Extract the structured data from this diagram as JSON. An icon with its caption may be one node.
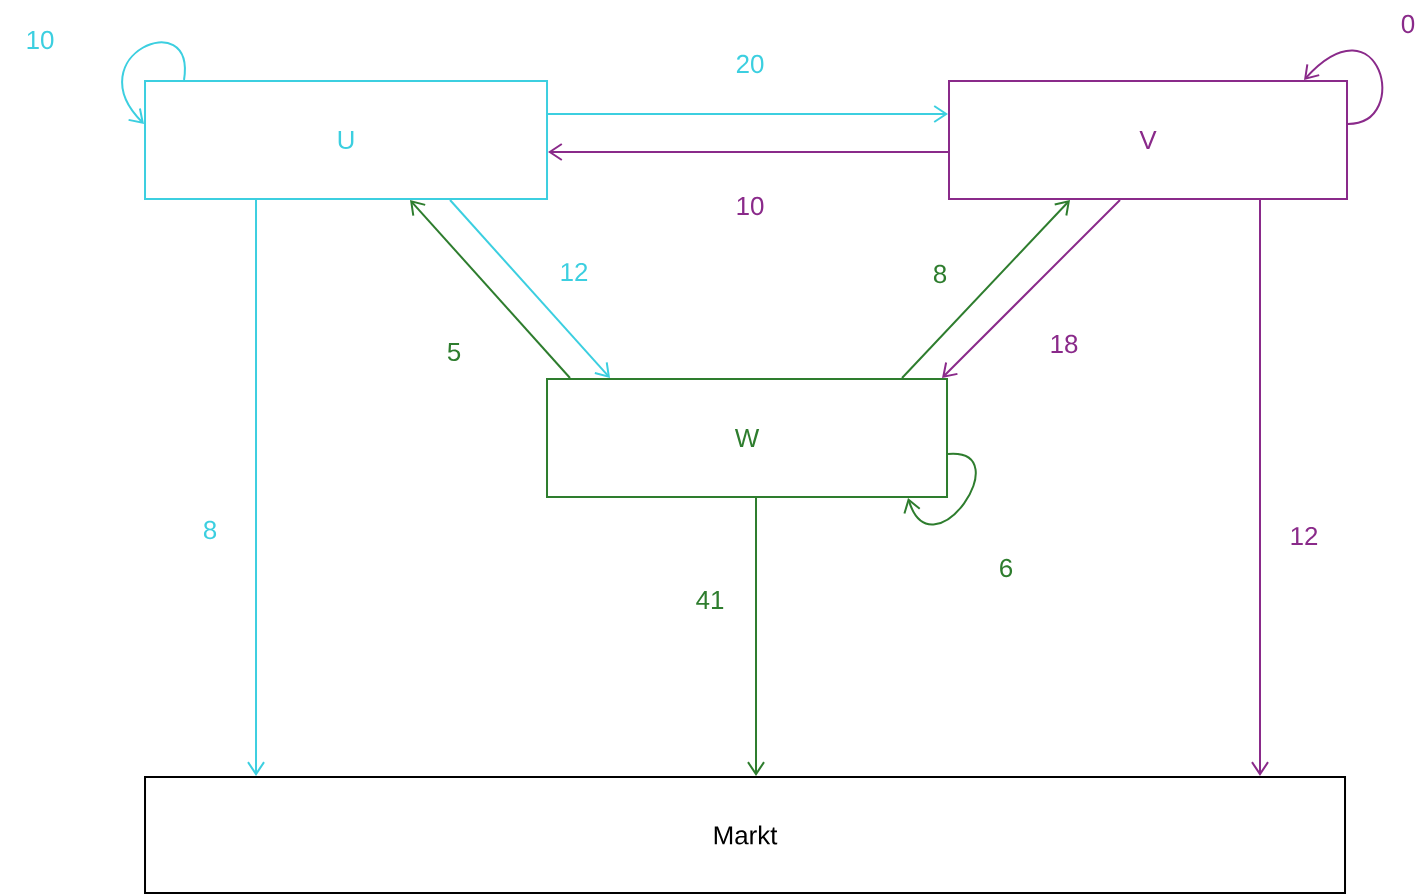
{
  "diagram": {
    "nodes": [
      {
        "text": [
          "U"
        ]
      },
      {
        "text": [
          "V"
        ]
      },
      {
        "text": [
          "W"
        ]
      },
      {
        "text": [
          "Markt"
        ]
      }
    ],
    "edges": [
      {
        "from": 0,
        "to": 0,
        "arrow": "to",
        "label": "10",
        "color": "#3ccfe0"
      },
      {
        "from": 0,
        "to": 1,
        "arrow": "to",
        "label": "20",
        "color": "#3ccfe0"
      },
      {
        "from": 1,
        "to": 0,
        "arrow": "to",
        "label": "10",
        "color": "#8a2a8a"
      },
      {
        "from": 1,
        "to": 1,
        "arrow": "to",
        "label": "0",
        "color": "#8a2a8a"
      },
      {
        "from": 0,
        "to": 2,
        "arrow": "to",
        "label": "12",
        "color": "#3ccfe0"
      },
      {
        "from": 2,
        "to": 0,
        "arrow": "to",
        "label": "5",
        "color": "#2e7d2e"
      },
      {
        "from": 2,
        "to": 1,
        "arrow": "to",
        "label": "8",
        "color": "#2e7d2e"
      },
      {
        "from": 1,
        "to": 2,
        "arrow": "to",
        "label": "18",
        "color": "#8a2a8a"
      },
      {
        "from": 2,
        "to": 2,
        "arrow": "to",
        "label": "6",
        "color": "#2e7d2e"
      },
      {
        "from": 0,
        "to": 3,
        "arrow": "to",
        "label": "8",
        "color": "#3ccfe0"
      },
      {
        "from": 2,
        "to": 3,
        "arrow": "to",
        "label": "41",
        "color": "#2e7d2e"
      },
      {
        "from": 1,
        "to": 3,
        "arrow": "to",
        "label": "12",
        "color": "#8a2a8a"
      }
    ]
  }
}
